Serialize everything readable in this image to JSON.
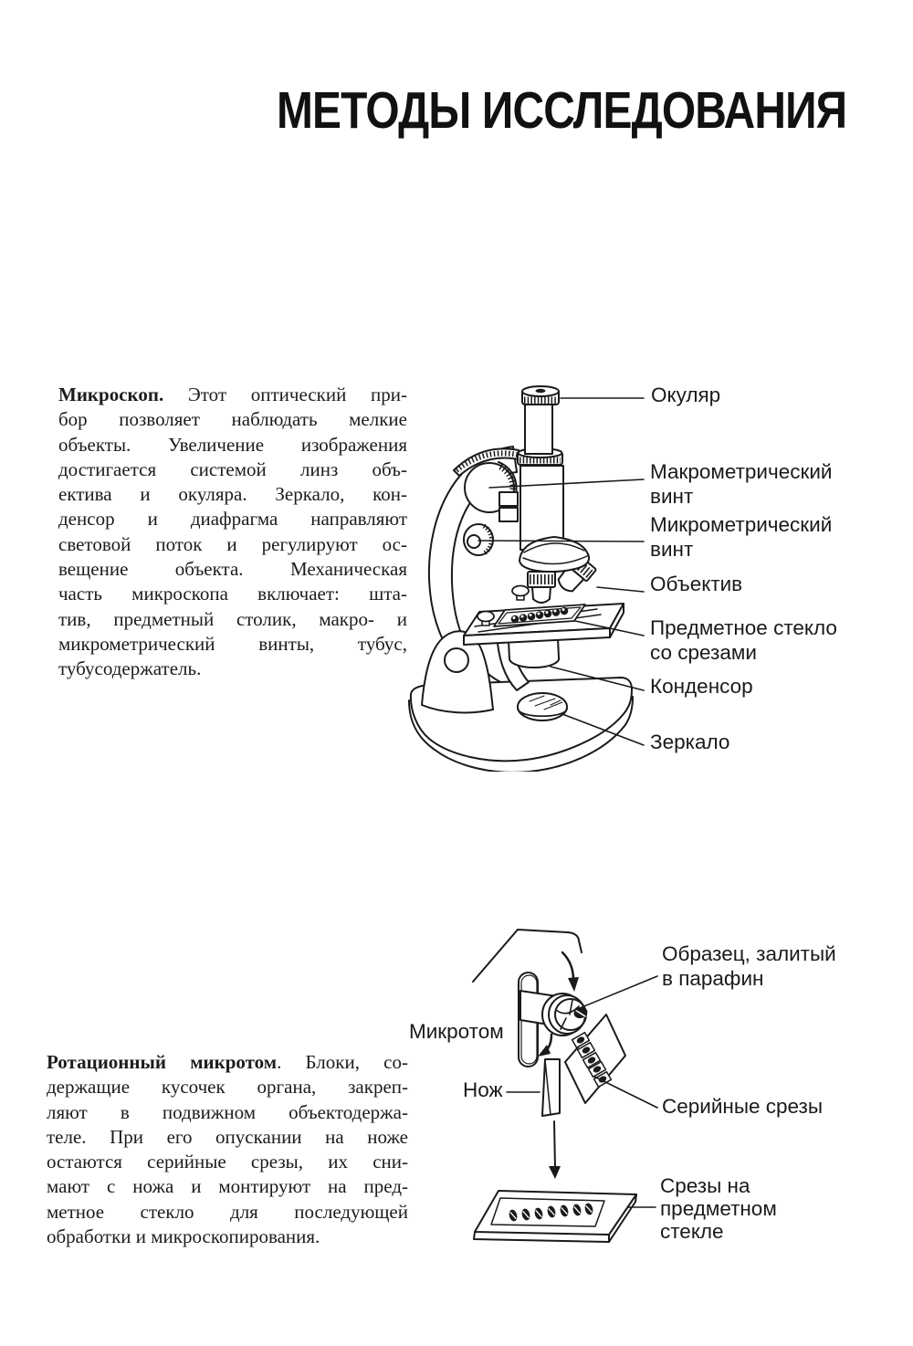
{
  "title": "МЕТОДЫ ИССЛЕДОВАНИЯ",
  "colors": {
    "ink": "#1a1a1a",
    "paper": "#ffffff"
  },
  "microscope_section": {
    "paragraph": {
      "lead": "Микроскоп.",
      "line1_rest": "Этот оптический при-",
      "lines": [
        "бор позволяет наблюдать мелкие",
        "объекты. Увеличение изображения",
        "достигается системой линз объ-",
        "ектива и окуляра. Зеркало, кон-",
        "денсор и диафрагма направляют",
        "световой поток и регулируют ос-",
        "вещение объекта. Механическая",
        "часть микроскопа включает: шта-",
        "тив, предметный столик, макро- и",
        "микрометрический винты, тубус,",
        "тубусодержатель."
      ]
    },
    "labels": {
      "eyepiece": "Окуляр",
      "coarse_screw": "Макрометрический",
      "coarse_screw2": "винт",
      "fine_screw": "Микрометрический",
      "fine_screw2": "винт",
      "objective": "Объектив",
      "slide": "Предметное стекло",
      "slide2": "со срезами",
      "condenser": "Конденсор",
      "mirror": "Зеркало"
    }
  },
  "microtome_section": {
    "paragraph": {
      "lead": "Ротационный микротом",
      "line1_rest": ". Блоки, со-",
      "lines": [
        "держащие кусочек органа, закреп-",
        "ляют в подвижном объектодержа-",
        "теле. При его опускании на ноже",
        "остаются серийные срезы, их сни-",
        "мают с ножа и монтируют на пред-",
        "метное стекло для последующей",
        "обработки и микроскопирования."
      ]
    },
    "labels": {
      "specimen": "Образец, залитый",
      "specimen2": "в парафин",
      "microtome": "Микротом",
      "knife": "Нож",
      "serial_sections": "Серийные срезы",
      "slide1": "Срезы на",
      "slide2": "предметном",
      "slide3": "стекле"
    }
  }
}
